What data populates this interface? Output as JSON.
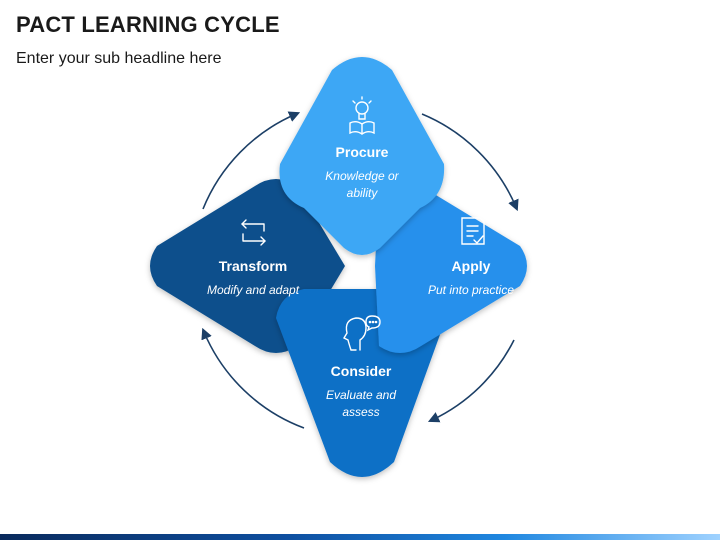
{
  "title": "PACT LEARNING CYCLE",
  "subtitle": "Enter your sub headline here",
  "colors": {
    "procure": "#3ea7f5",
    "apply": "#2790ec",
    "consider": "#0f6fc6",
    "transform": "#0b4f8c",
    "arrow": "#1c3f66"
  },
  "stages": {
    "procure": {
      "name": "Procure",
      "desc_line1": "Knowledge or",
      "desc_line2": "ability",
      "icon": "lightbulb-book-icon"
    },
    "apply": {
      "name": "Apply",
      "desc_line1": "Put into practice",
      "icon": "checklist-document-icon"
    },
    "consider": {
      "name": "Consider",
      "desc_line1": "Evaluate and",
      "desc_line2": "assess",
      "icon": "head-thinking-icon"
    },
    "transform": {
      "name": "Transform",
      "desc_line1": "Modify and adapt",
      "icon": "exchange-arrows-icon"
    }
  }
}
